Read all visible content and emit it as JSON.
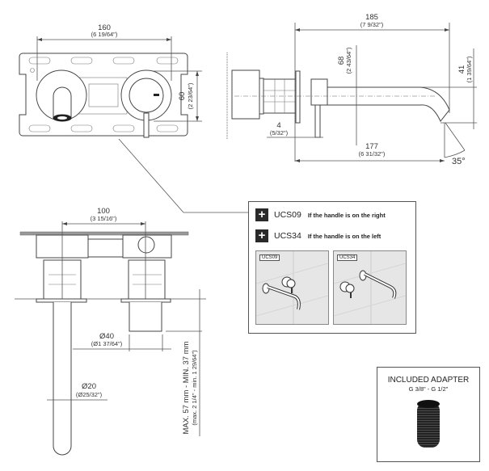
{
  "drawing": {
    "front_view": {
      "width_mm": "160",
      "width_in": "(6 19/64\")",
      "height_mm": "60",
      "height_in": "(2 23/64\")"
    },
    "side_view": {
      "reach_mm": "185",
      "reach_in": "(7 9/32\")",
      "height_mm": "68",
      "height_in": "(2 43/64\")",
      "drop_mm": "41",
      "drop_in": "(1 39/64\")",
      "offset_mm": "4",
      "offset_in": "(5/32\")",
      "spout_mm": "177",
      "spout_in": "(6 31/32\")",
      "angle": "35°"
    },
    "top_view": {
      "spacing_mm": "100",
      "spacing_in": "(3 15/16\")",
      "dia_large_mm": "Ø40",
      "dia_large_in": "(Ø1 37/64\")",
      "dia_small_mm": "Ø20",
      "dia_small_in": "(Ø25/32\")",
      "depth_mm": "MAX. 57 mm - MIN. 37 mm",
      "depth_in": "(max. 2 1/4\" - min. 1 29/64\")"
    }
  },
  "options": {
    "items": [
      {
        "code": "UCS09",
        "desc": "If the handle is on the right",
        "icon": "plus-icon"
      },
      {
        "code": "UCS34",
        "desc": "If the handle is on the left",
        "icon": "plus-icon"
      }
    ],
    "thumbs": [
      {
        "label": "UCS09"
      },
      {
        "label": "UCS34"
      }
    ]
  },
  "adapter": {
    "title": "INCLUDED ADAPTER",
    "subtitle": "G 3/8\" - G 1/2\""
  }
}
